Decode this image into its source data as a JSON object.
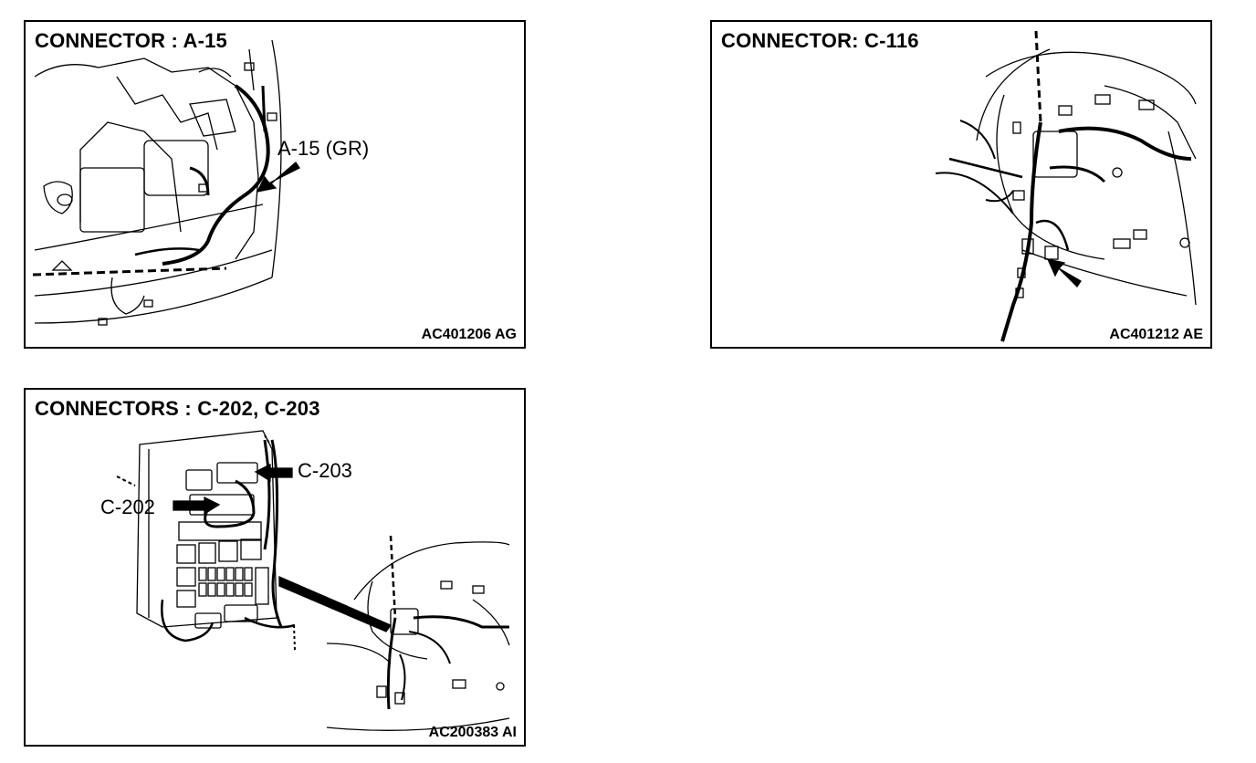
{
  "panels": [
    {
      "title": "CONNECTOR : A-15",
      "code": "AC401206 AG",
      "callouts": [
        "A-15 (GR)"
      ]
    },
    {
      "title": "CONNECTOR: C-116",
      "code": "AC401212 AE",
      "callouts": []
    },
    {
      "title": "CONNECTORS : C-202, C-203",
      "code": "AC200383 AI",
      "callouts": [
        "C-203",
        "C-202"
      ]
    }
  ]
}
